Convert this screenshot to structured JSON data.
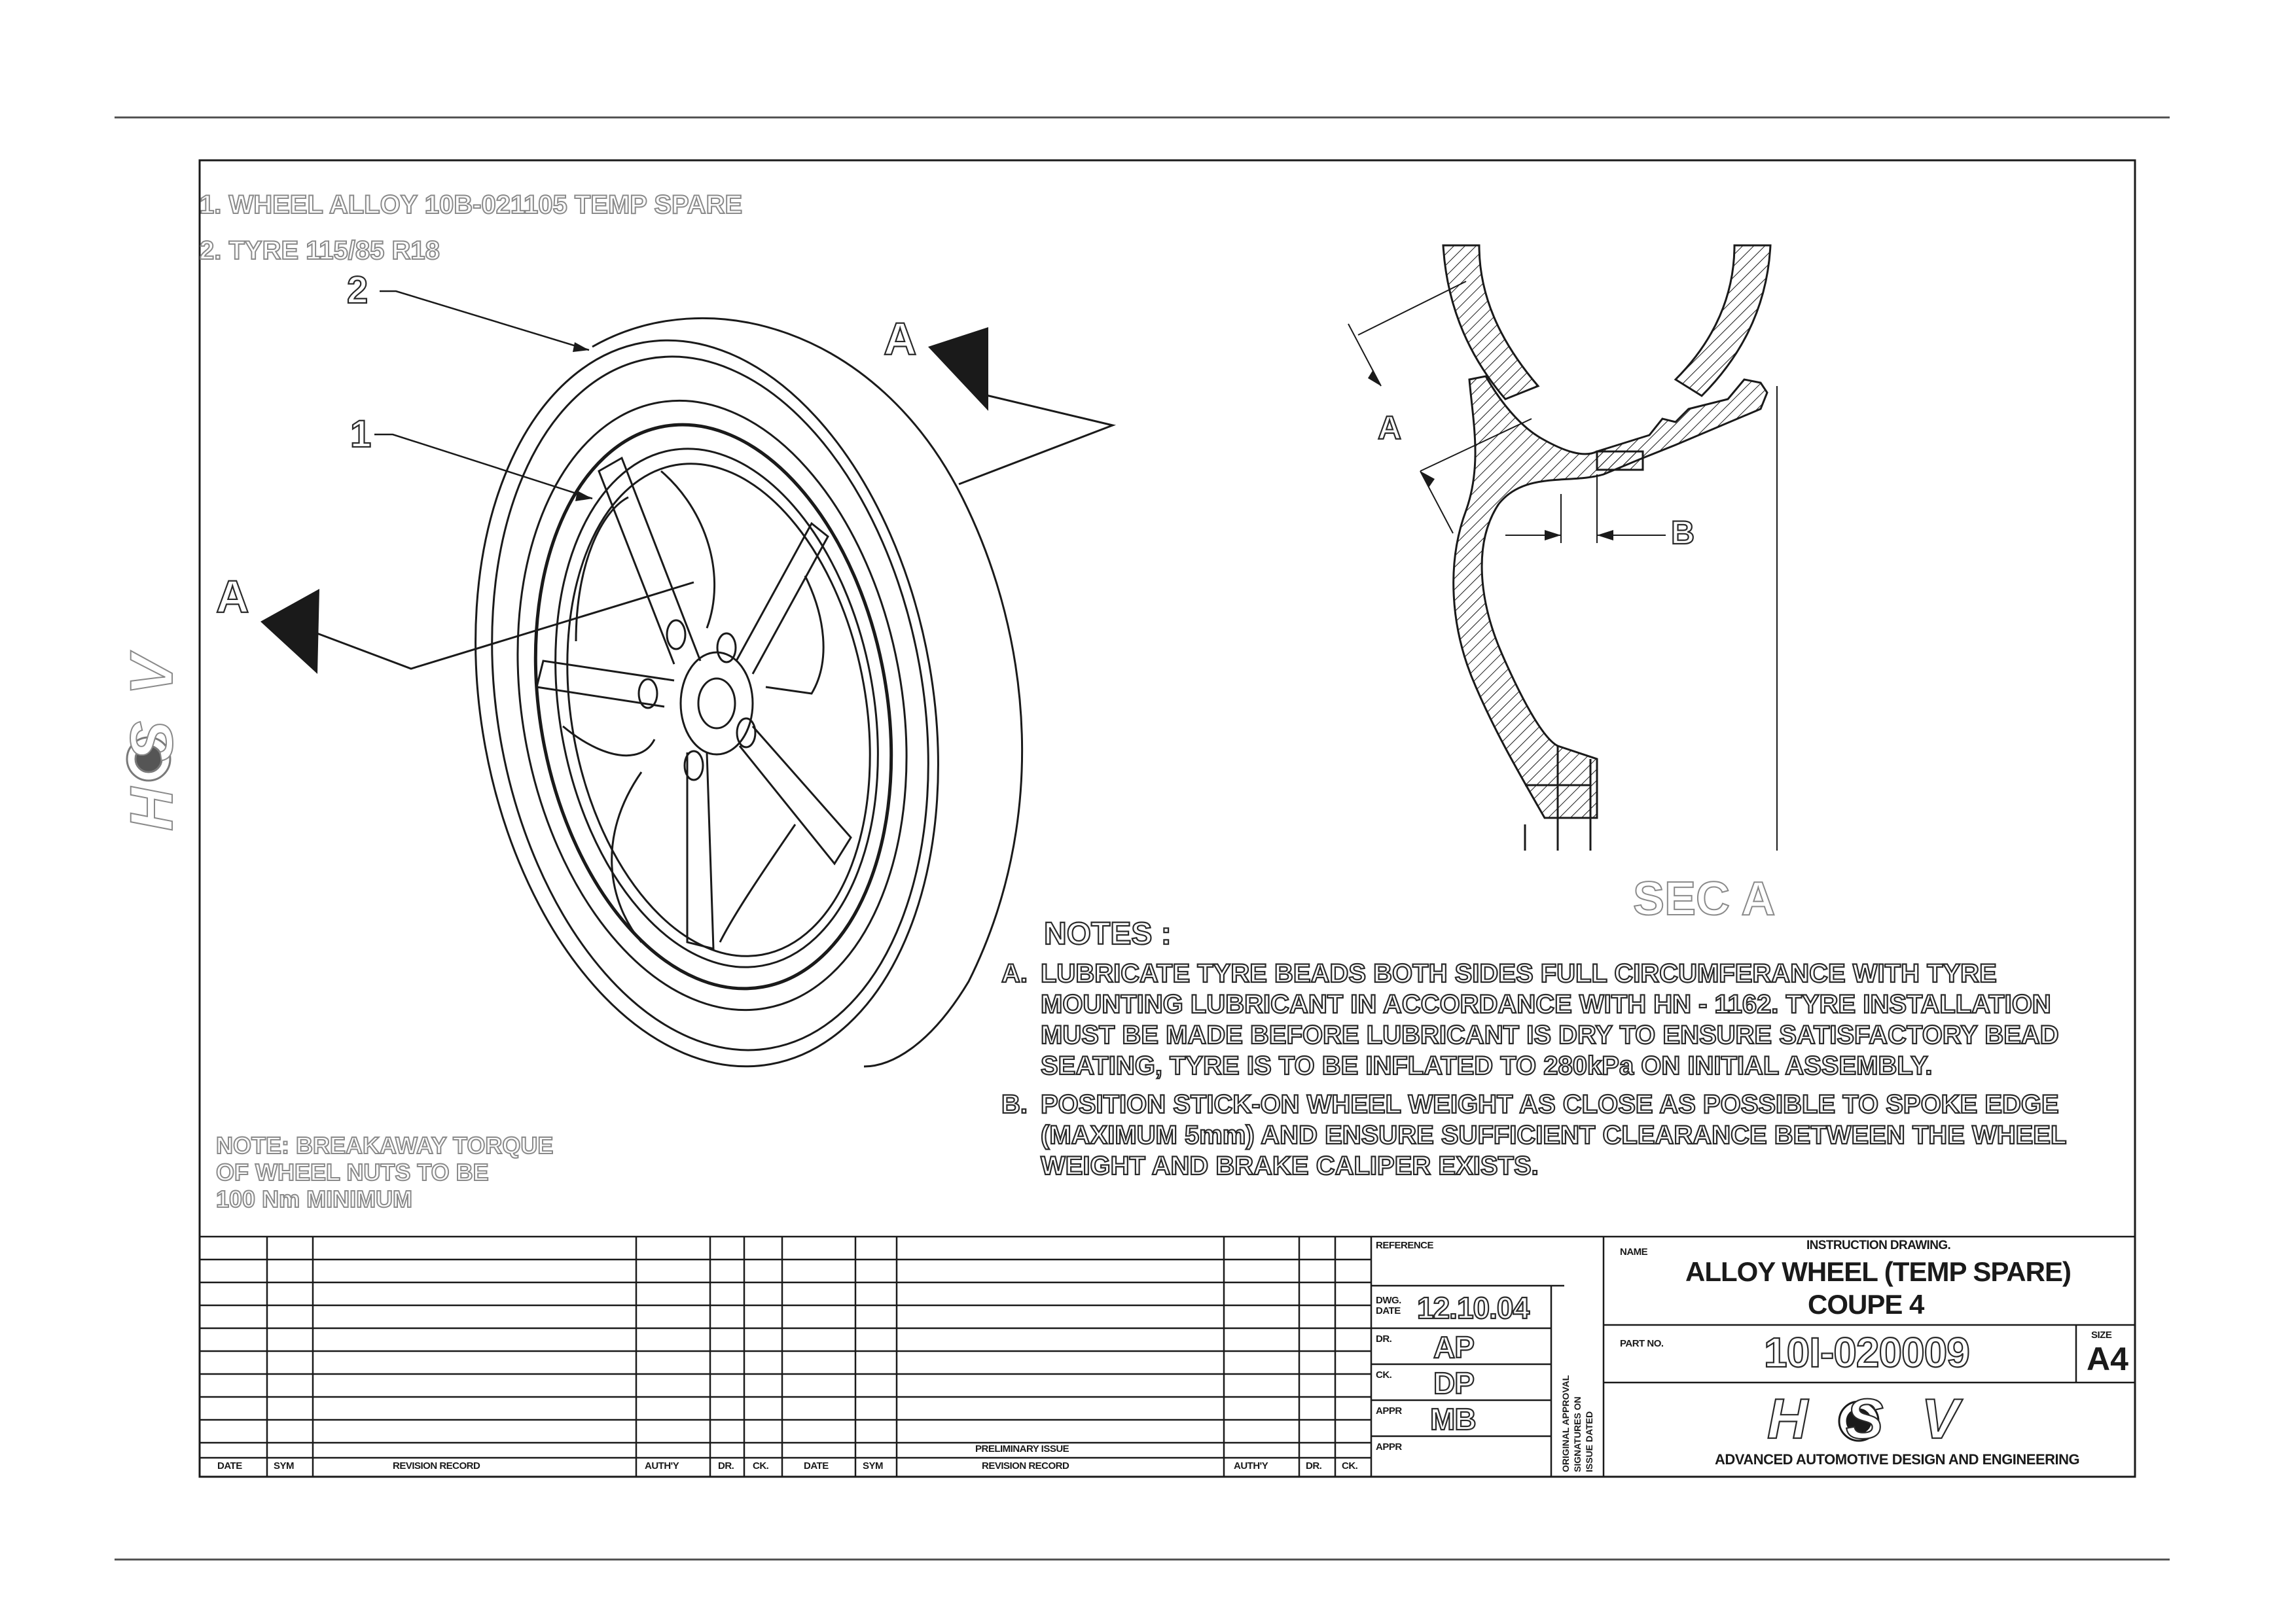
{
  "parts_list": [
    "1. WHEEL ALLOY 10B-021105 TEMP SPARE",
    "2. TYRE 115/85 R18"
  ],
  "callouts": {
    "item_1": "1",
    "item_2": "2",
    "section_letter": "A",
    "dim_a": "A",
    "dim_b": "B"
  },
  "section_title": "SEC A",
  "notes": {
    "title": "NOTES :",
    "a_key": "A.",
    "a_lines": [
      "LUBRICATE TYRE BEADS BOTH SIDES FULL CIRCUMFERANCE WITH TYRE",
      "MOUNTING LUBRICANT IN ACCORDANCE WITH HN - 1162. TYRE INSTALLATION",
      "MUST BE MADE BEFORE LUBRICANT IS DRY TO ENSURE SATISFACTORY BEAD",
      "SEATING, TYRE IS TO BE INFLATED TO 280kPa ON INITIAL ASSEMBLY."
    ],
    "b_key": "B.",
    "b_lines": [
      "POSITION STICK-ON WHEEL WEIGHT AS CLOSE AS POSSIBLE TO SPOKE EDGE",
      "(MAXIMUM 5mm) AND ENSURE SUFFICIENT CLEARANCE BETWEEN THE WHEEL",
      "WEIGHT AND BRAKE CALIPER EXISTS."
    ]
  },
  "torque_note": [
    "NOTE: BREAKAWAY TORQUE",
    "OF WHEEL NUTS TO BE",
    "100 Nm MINIMUM"
  ],
  "title_block": {
    "revision_headers": [
      "DATE",
      "SYM",
      "REVISION RECORD",
      "AUTH'Y",
      "DR.",
      "CK.",
      "DATE",
      "SYM",
      "REVISION RECORD",
      "AUTH'Y",
      "DR.",
      "CK."
    ],
    "preliminary_issue": "PRELIMINARY ISSUE",
    "reference_label": "REFERENCE",
    "dwg_date_label_1": "DWG.",
    "dwg_date_label_2": "DATE",
    "dwg_date": "12.10.04",
    "dr_label": "DR.",
    "dr_value": "AP",
    "ck_label": "CK.",
    "ck_value": "DP",
    "appr_label": "APPR",
    "appr_value": "MB",
    "appr2_label": "APPR",
    "vertical_note": [
      "ORIGINAL APPROVAL",
      "SIGNATURES ON",
      "ISSUE DATED"
    ],
    "name_label": "NAME",
    "instruction": "INSTRUCTION DRAWING.",
    "title_line_1": "ALLOY WHEEL (TEMP SPARE)",
    "title_line_2": "COUPE 4",
    "part_no_label": "PART NO.",
    "part_no": "10I-020009",
    "size_label": "SIZE",
    "size": "A4",
    "logo_text": "HSV",
    "company": "ADVANCED AUTOMOTIVE DESIGN AND ENGINEERING"
  },
  "side_logo": "HSV",
  "colors": {
    "line": "#1a1a1a",
    "faint": "#8a8a8a",
    "rule": "#555555"
  }
}
